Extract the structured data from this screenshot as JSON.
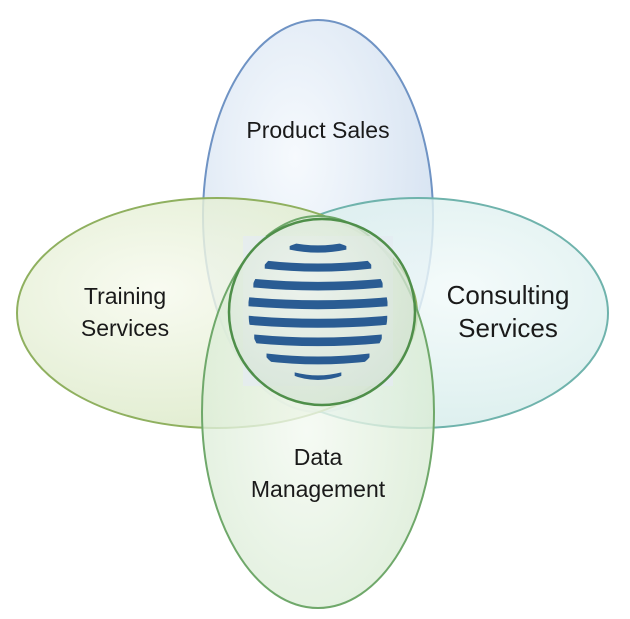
{
  "diagram": {
    "petals": {
      "product_sales": {
        "label_lines": [
          "Product Sales"
        ],
        "fill": "#dbe6f3",
        "stroke": "#6f93c4"
      },
      "training_services": {
        "label_lines": [
          "Training",
          "Services"
        ],
        "fill": "#e3edd3",
        "stroke": "#8fb05f"
      },
      "consulting_services": {
        "label_lines": [
          "Consulting",
          "Services"
        ],
        "fill": "#dcefee",
        "stroke": "#6fb3ac"
      },
      "data_management": {
        "label_lines": [
          "Data",
          "Management"
        ],
        "fill": "#dcecd6",
        "stroke": "#6fa86a"
      }
    },
    "center_logo": {
      "icon": "striped-globe-logo-icon",
      "stripe_color": "#2a5c93",
      "backdrop_color": "#e4ebf1"
    }
  }
}
